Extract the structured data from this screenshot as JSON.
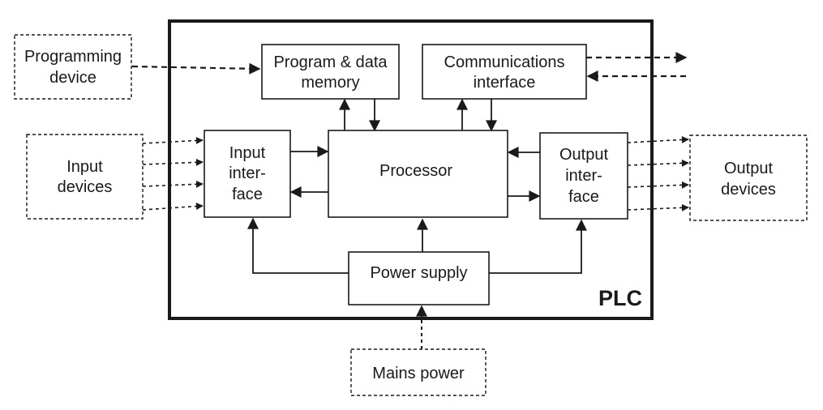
{
  "plc": {
    "label": "PLC"
  },
  "blocks": {
    "program_memory": {
      "lines": [
        "Program & data",
        "memory"
      ]
    },
    "communications_interface": {
      "lines": [
        "Communications",
        "interface"
      ]
    },
    "processor": {
      "lines": [
        "Processor"
      ]
    },
    "input_interface": {
      "lines": [
        "Input",
        "inter-",
        "face"
      ]
    },
    "output_interface": {
      "lines": [
        "Output",
        "inter-",
        "face"
      ]
    },
    "power_supply": {
      "lines": [
        "Power supply"
      ]
    }
  },
  "external": {
    "programming_device": {
      "lines": [
        "Programming",
        "device"
      ]
    },
    "input_devices": {
      "lines": [
        "Input",
        "devices"
      ]
    },
    "output_devices": {
      "lines": [
        "Output",
        "devices"
      ]
    },
    "mains_power": {
      "lines": [
        "Mains power"
      ]
    }
  },
  "colors": {
    "ink": "#1a1a1a",
    "background": "#ffffff"
  }
}
